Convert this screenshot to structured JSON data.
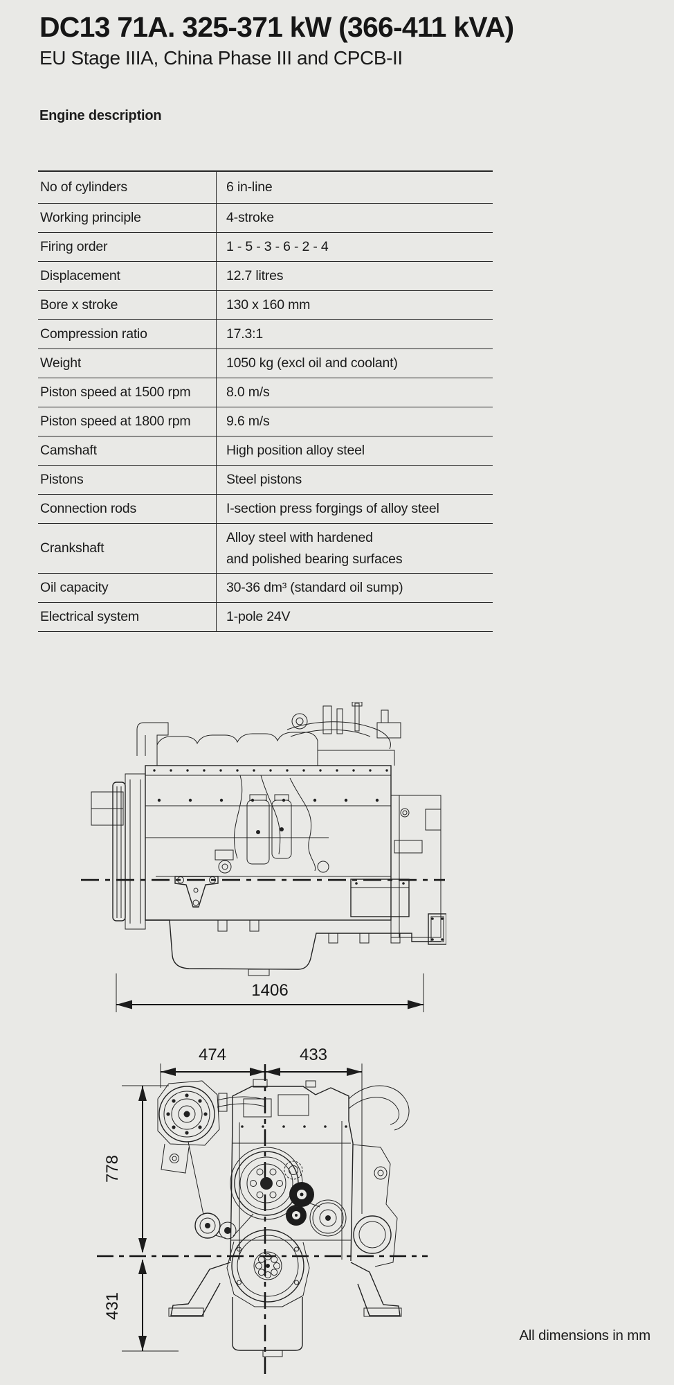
{
  "header": {
    "title": "DC13 71A. 325-371 kW (366-411 kVA)",
    "subtitle": "EU Stage IIIA, China Phase III and CPCB-II"
  },
  "engine_table": {
    "heading": "Engine description",
    "rows": [
      {
        "label": "No of cylinders",
        "value": "6 in-line"
      },
      {
        "label": "Working principle",
        "value": "4-stroke"
      },
      {
        "label": "Firing order",
        "value": "1 - 5 - 3 - 6 - 2 - 4"
      },
      {
        "label": "Displacement",
        "value": "12.7 litres"
      },
      {
        "label": "Bore x stroke",
        "value": "130 x 160 mm"
      },
      {
        "label": "Compression ratio",
        "value": "17.3:1"
      },
      {
        "label": "Weight",
        "value": "1050 kg (excl oil and coolant)"
      },
      {
        "label": "Piston speed at 1500 rpm",
        "value": "8.0 m/s"
      },
      {
        "label": "Piston speed at 1800 rpm",
        "value": "9.6 m/s"
      },
      {
        "label": "Camshaft",
        "value": "High position alloy steel"
      },
      {
        "label": "Pistons",
        "value": "Steel pistons"
      },
      {
        "label": "Connection rods",
        "value": "I-section press forgings of alloy steel"
      },
      {
        "label": "Crankshaft",
        "value": "Alloy steel with hardened\nand polished bearing surfaces"
      },
      {
        "label": "Oil capacity",
        "value": "30-36 dm³ (standard oil sump)"
      },
      {
        "label": "Electrical system",
        "value": "1-pole 24V"
      }
    ]
  },
  "dimensions": {
    "side_length": "1406",
    "front_width_left": "474",
    "front_width_right": "433",
    "front_height_upper": "778",
    "front_height_lower": "431"
  },
  "footer": {
    "note": "All dimensions in mm"
  },
  "colors": {
    "background": "#e9e9e6",
    "line": "#222222",
    "text": "#1b1b1b"
  }
}
